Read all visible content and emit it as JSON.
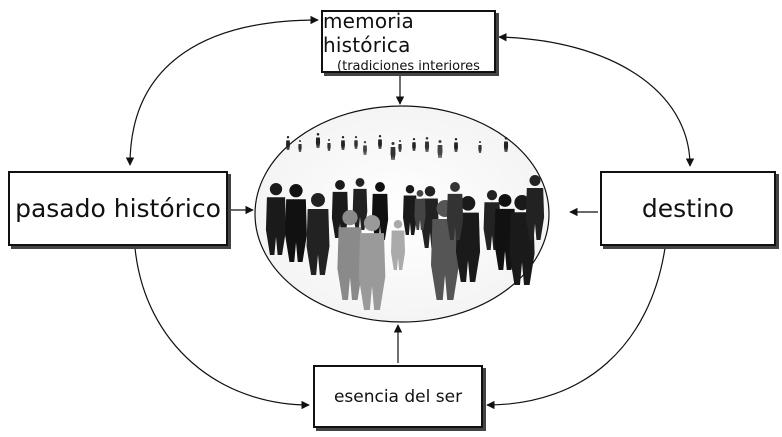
{
  "nodes": {
    "memoria": {
      "line1": "memoria histórica",
      "line2": "(tradiciones interiores"
    },
    "pasado": {
      "label": "pasado histórico"
    },
    "destino": {
      "label": "destino"
    },
    "esencia": {
      "label": "esencia del ser"
    }
  },
  "center": {
    "image": "crowd-of-people-silhouettes"
  },
  "colors": {
    "line": "#111111",
    "box_border": "#111111"
  }
}
